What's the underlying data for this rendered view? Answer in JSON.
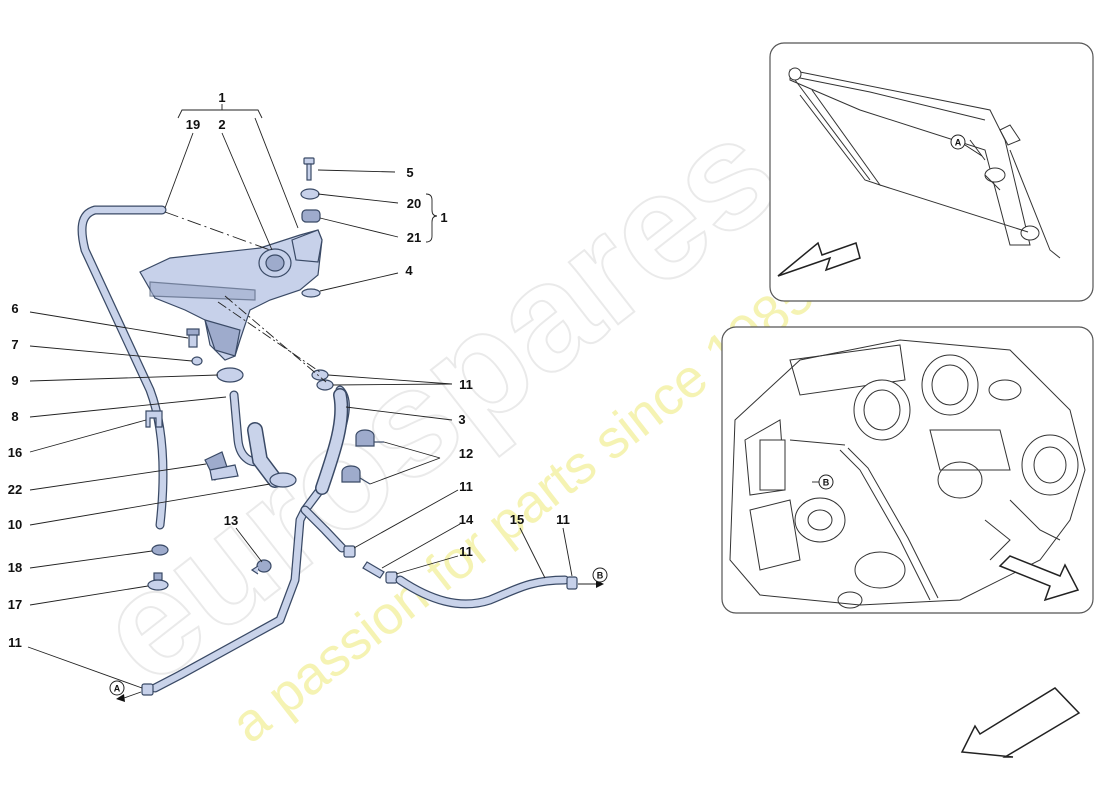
{
  "watermark": {
    "brand": "eurospares",
    "tagline": "a passion for parts since 1985"
  },
  "callouts": {
    "c1_top": "1",
    "c19": "19",
    "c2": "2",
    "c5": "5",
    "c20": "20",
    "c21": "21",
    "c1_right": "1",
    "c4": "4",
    "c6": "6",
    "c7": "7",
    "c9": "9",
    "c8": "8",
    "c16": "16",
    "c22": "22",
    "c10": "10",
    "c11_a": "11",
    "c3": "3",
    "c12": "12",
    "c11_b": "11",
    "c14": "14",
    "c11_c": "11",
    "c15": "15",
    "c11_d": "11",
    "c13": "13",
    "c18": "18",
    "c17": "17",
    "c11_e": "11"
  },
  "references": {
    "ref_a_main": "A",
    "ref_b_main": "B",
    "ref_a_inset": "A",
    "ref_b_inset": "B"
  }
}
